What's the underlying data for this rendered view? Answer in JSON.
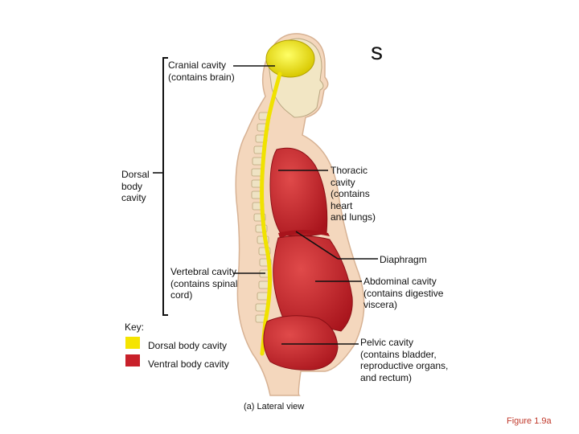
{
  "title_fragment": "s",
  "labels": {
    "cranial": "Cranial cavity\n(contains brain)",
    "dorsal": "Dorsal\nbody\ncavity",
    "thoracic": "Thoracic\ncavity\n(contains\nheart\nand lungs)",
    "diaphragm": "Diaphragm",
    "vertebral": "Vertebral cavity\n(contains spinal\ncord)",
    "abdominal": "Abdominal cavity\n(contains digestive\nviscera)",
    "pelvic": "Pelvic cavity\n(contains bladder,\nreproductive organs,\nand rectum)"
  },
  "key": {
    "title": "Key:",
    "dorsal_label": "Dorsal body cavity",
    "dorsal_color": "#f5e400",
    "ventral_label": "Ventral body cavity",
    "ventral_color": "#c8202a"
  },
  "caption": "(a) Lateral view",
  "figure_number": "Figure 1.9a"
}
